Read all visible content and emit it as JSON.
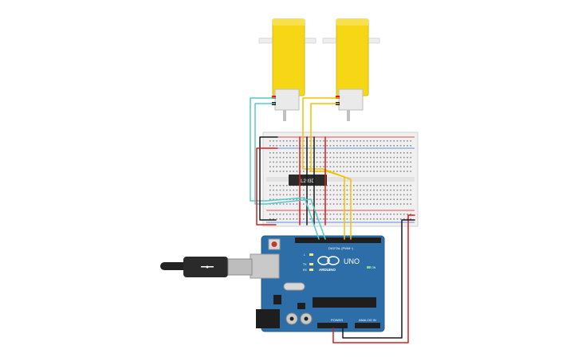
{
  "circuit": {
    "ic_label": "L293D",
    "board": {
      "brand": "ARDUINO",
      "model": "UNO",
      "digital_header_label": "DIGITAL (PWM~)",
      "power_header_label": "POWER",
      "analog_header_label": "ANALOG IN",
      "led_tx": "TX",
      "led_rx": "RX",
      "led_l": "L",
      "led_on": "ON"
    },
    "colors": {
      "motor_body": "#f5d716",
      "breadboard": "#f0f0f0",
      "board_blue": "#2d6ea8",
      "wire_red": "#e01b1b",
      "wire_black": "#1a1a1a",
      "wire_yellow": "#f2c200",
      "wire_cyan": "#5ac8c8"
    }
  }
}
